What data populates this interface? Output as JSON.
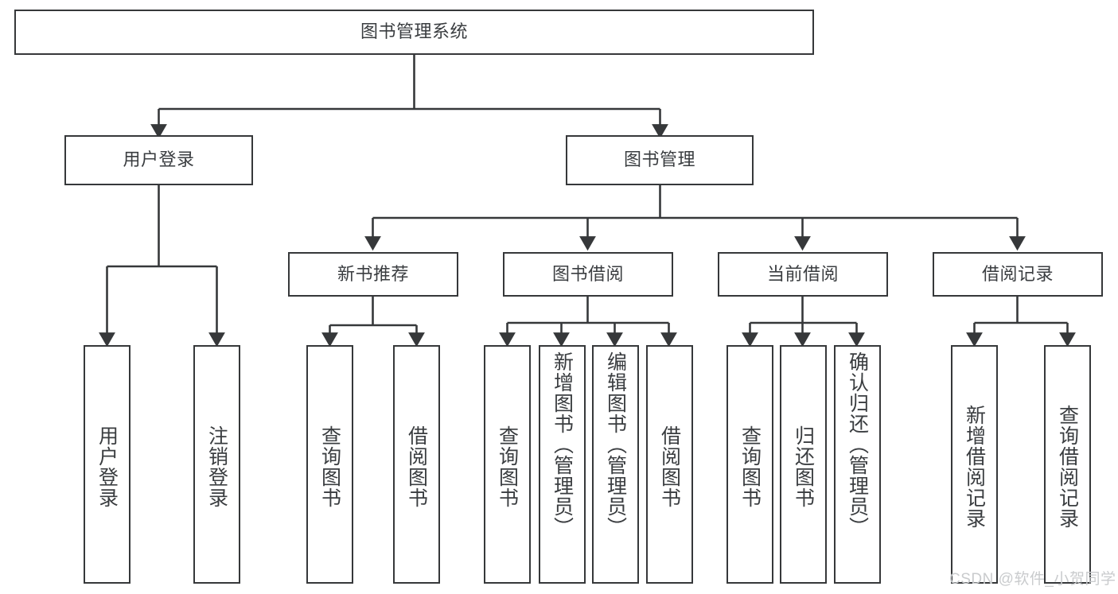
{
  "diagram": {
    "title": "图书管理系统",
    "type": "tree",
    "root": {
      "label": "图书管理系统"
    },
    "level2": [
      {
        "label": "用户登录"
      },
      {
        "label": "图书管理"
      }
    ],
    "level3": [
      {
        "label": "新书推荐"
      },
      {
        "label": "图书借阅"
      },
      {
        "label": "当前借阅"
      },
      {
        "label": "借阅记录"
      }
    ],
    "leaves": {
      "user_login": [
        "用户登录",
        "注销登录"
      ],
      "new_book": [
        "查询图书",
        "借阅图书"
      ],
      "book_borrow": [
        "查询图书",
        "新增图书（管理员）",
        "编辑图书（管理员）",
        "借阅图书"
      ],
      "current_borrow": [
        "查询图书",
        "归还图书",
        "确认归还（管理员）"
      ],
      "borrow_record": [
        "新增借阅记录",
        "查询借阅记录"
      ]
    }
  },
  "watermark": {
    "text": "CSDN @软件_小贺同学"
  },
  "colors": {
    "stroke": "#36383a",
    "text": "#3a3d40",
    "background": "#ffffff",
    "watermark": "#c9cbcd"
  }
}
